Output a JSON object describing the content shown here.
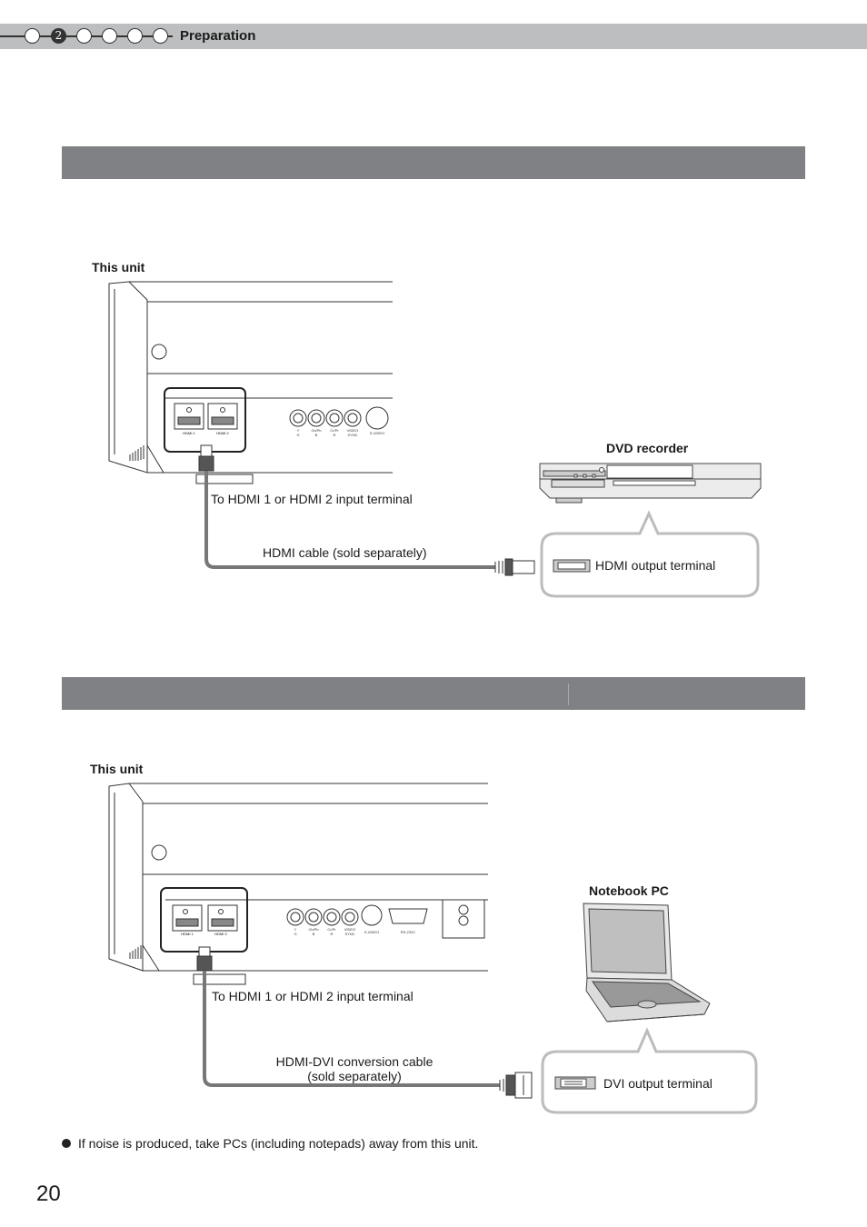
{
  "header": {
    "active_step": "2",
    "section": "Preparation"
  },
  "diagram1": {
    "unit_label": "This unit",
    "device_label": "DVD recorder",
    "terminal_caption": "To HDMI  1 or HDMI  2 input terminal",
    "cable_label": "HDMI cable (sold separately)",
    "output_label": "HDMI output terminal",
    "port_labels": [
      "HDMI 1",
      "HDMI 2",
      "Y",
      "Cb/Pb",
      "Cr/Pr",
      "VIDEO",
      "S-VIDEO"
    ],
    "sub_labels": [
      "G",
      "B",
      "R",
      "SYNC"
    ]
  },
  "diagram2": {
    "unit_label": "This unit",
    "device_label": "Notebook PC",
    "terminal_caption": "To HDMI  1 or HDMI  2 input terminal",
    "cable_label_line1": "HDMI-DVI conversion cable",
    "cable_label_line2": "(sold separately)",
    "output_label": "DVI output terminal",
    "port_labels": [
      "HDMI 1",
      "HDMI 2",
      "Y",
      "Cb/Pb",
      "Cr/Pr",
      "VIDEO",
      "S-VIDEO",
      "RS-232C"
    ],
    "sub_labels": [
      "G",
      "B",
      "R",
      "SYNC"
    ]
  },
  "note": "If noise is produced, take PCs (including notepads) away from this unit.",
  "page_number": "20"
}
